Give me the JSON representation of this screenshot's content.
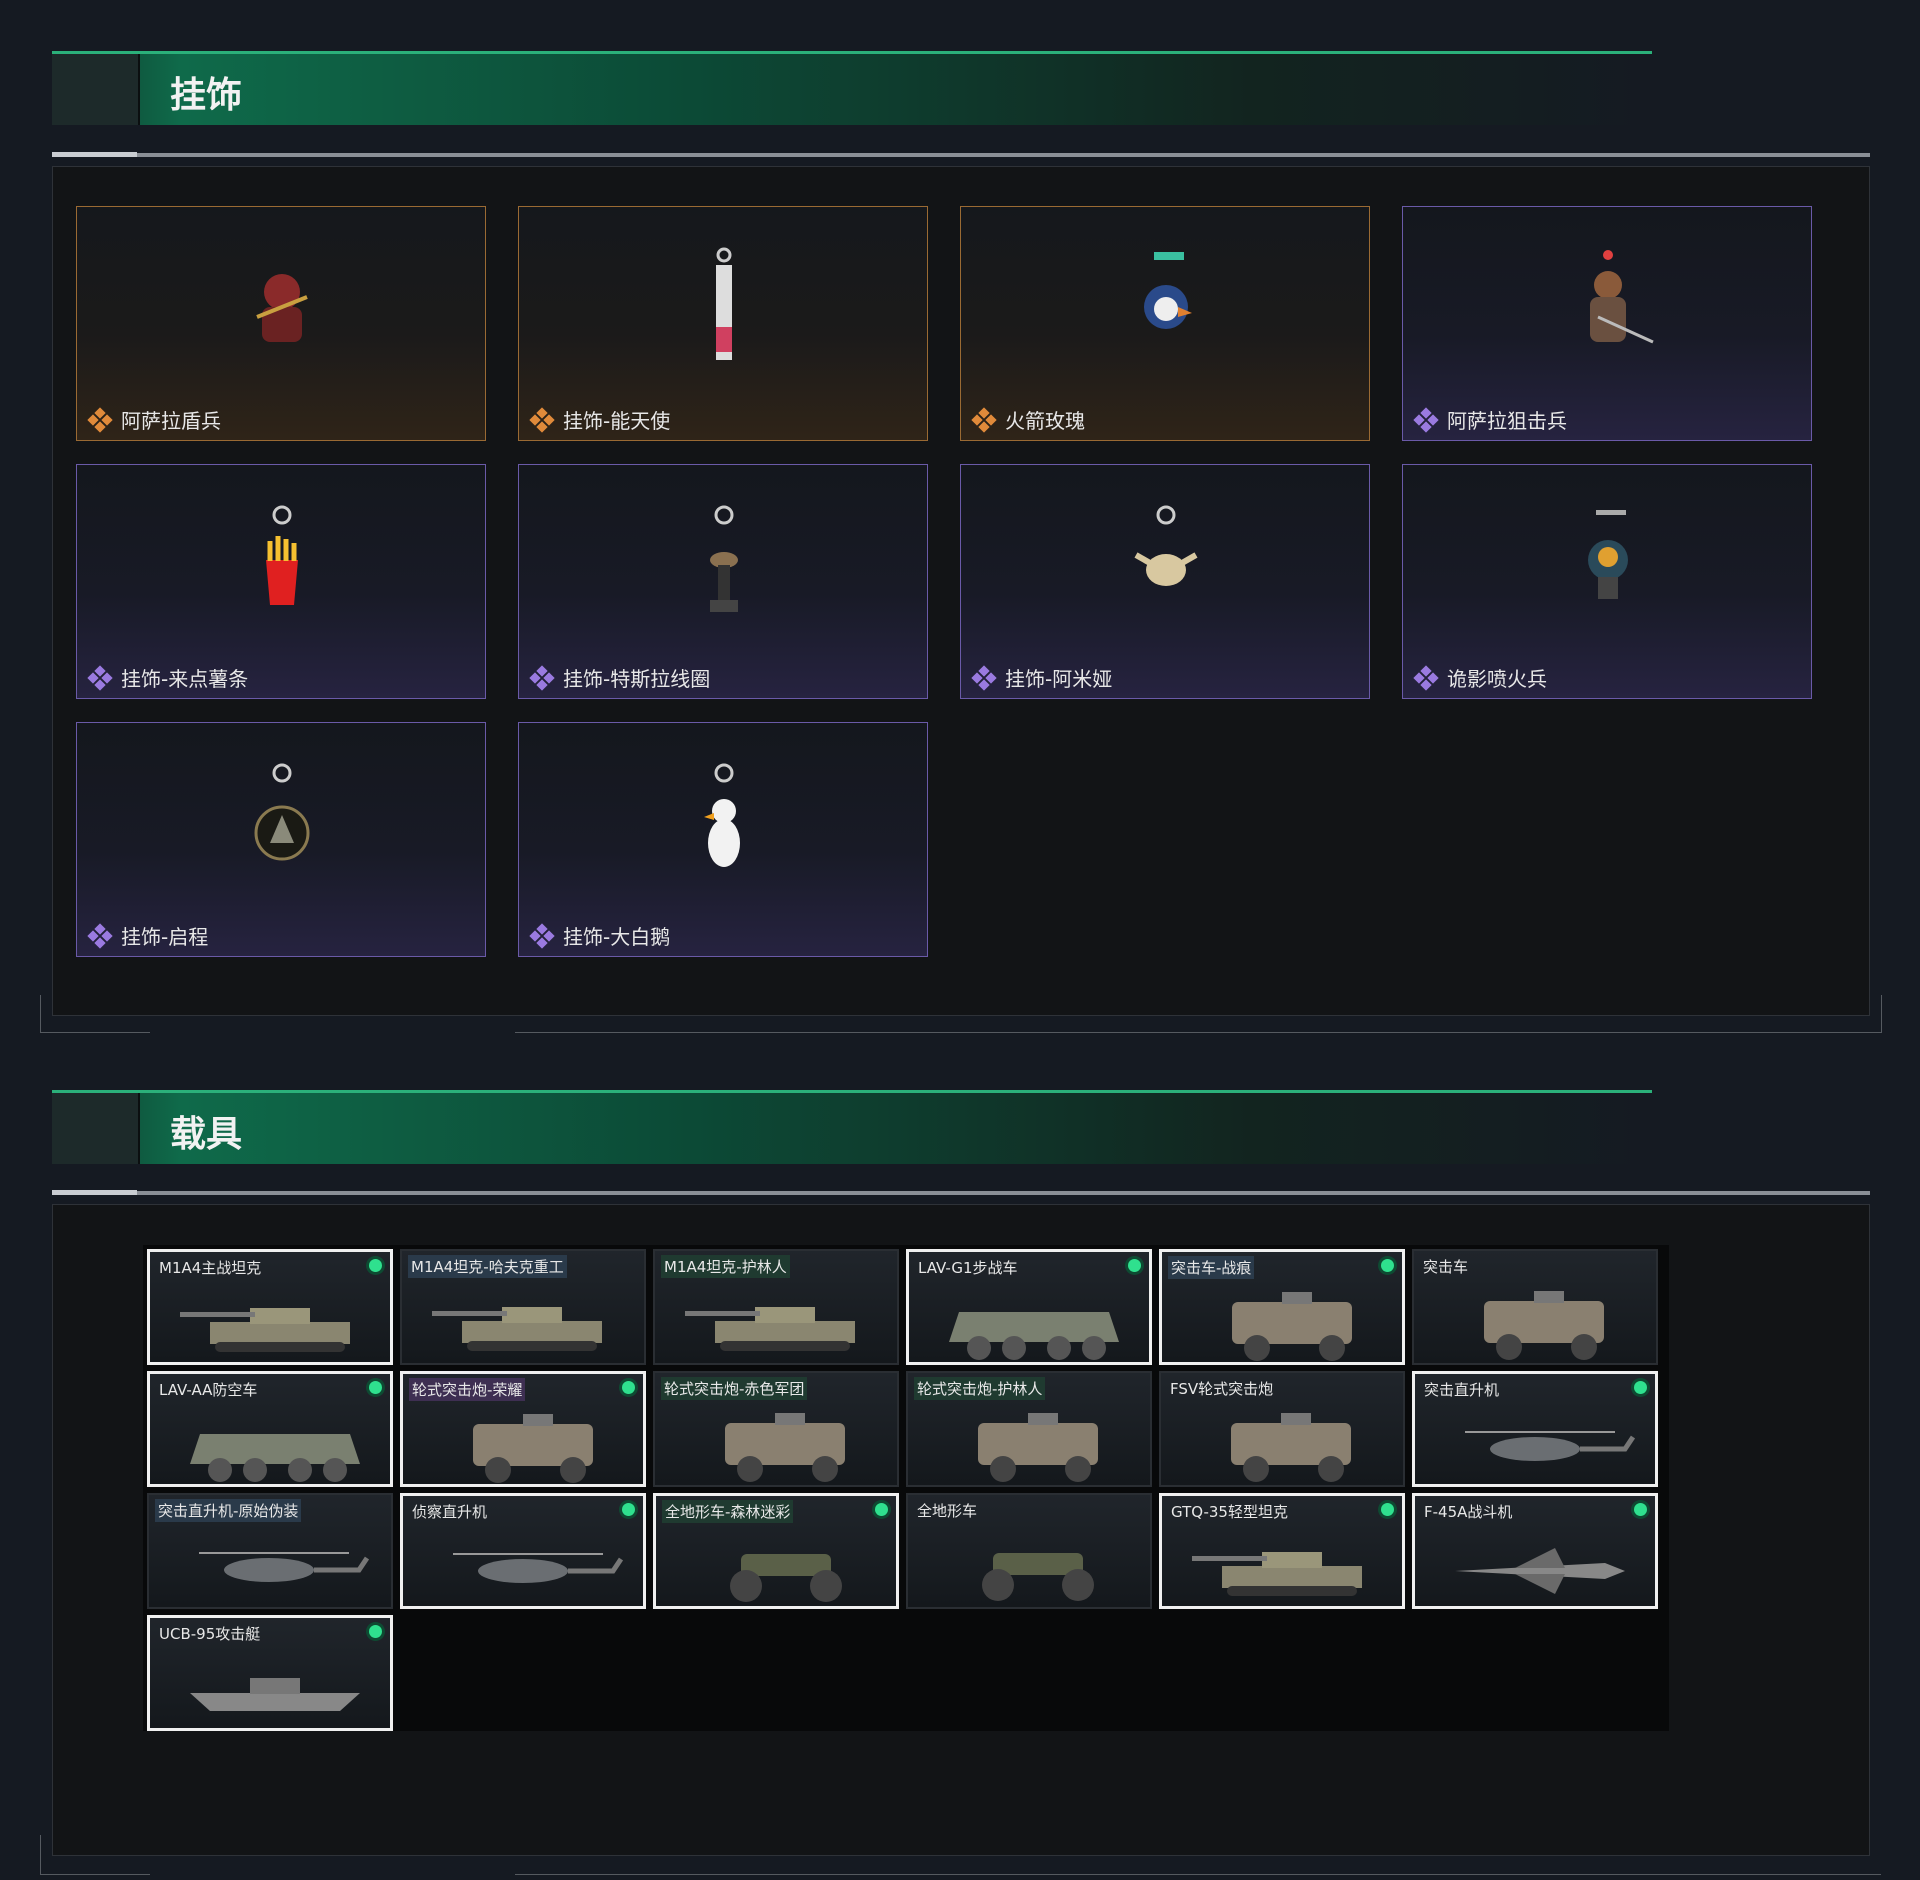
{
  "sections": {
    "charms_title": "挂饰",
    "vehicles_title": "载具"
  },
  "charms": [
    {
      "name": "阿萨拉盾兵",
      "rarity": "gold",
      "icon": "soldier-charm"
    },
    {
      "name": "挂饰-能天使",
      "rarity": "gold",
      "icon": "tag-charm"
    },
    {
      "name": "火箭玫瑰",
      "rarity": "gold",
      "icon": "penguin-charm"
    },
    {
      "name": "阿萨拉狙击兵",
      "rarity": "purple",
      "icon": "sniper-charm"
    },
    {
      "name": "挂饰-来点薯条",
      "rarity": "purple",
      "icon": "fries-charm"
    },
    {
      "name": "挂饰-特斯拉线圈",
      "rarity": "purple",
      "icon": "tesla-coil-charm"
    },
    {
      "name": "挂饰-阿米娅",
      "rarity": "purple",
      "icon": "bunny-charm"
    },
    {
      "name": "诡影喷火兵",
      "rarity": "purple",
      "icon": "flamethrower-charm"
    },
    {
      "name": "挂饰-启程",
      "rarity": "purple",
      "icon": "medal-charm"
    },
    {
      "name": "挂饰-大白鹅",
      "rarity": "purple",
      "icon": "goose-charm"
    }
  ],
  "rarity_colors": {
    "gold": "#e08a3a",
    "purple": "#9a7ae0"
  },
  "vehicles": [
    {
      "name": "M1A4主战坦克",
      "selected": true,
      "owned": true,
      "label_bg": "",
      "type": "tank"
    },
    {
      "name": "M1A4坦克-哈夫克重工",
      "selected": false,
      "owned": false,
      "label_bg": "#2a3a4a",
      "type": "tank"
    },
    {
      "name": "M1A4坦克-护林人",
      "selected": false,
      "owned": false,
      "label_bg": "#1f3a30",
      "type": "tank"
    },
    {
      "name": "LAV-G1步战车",
      "selected": true,
      "owned": true,
      "label_bg": "",
      "type": "apc"
    },
    {
      "name": "突击车-战痕",
      "selected": true,
      "owned": true,
      "label_bg": "#2a3a4a",
      "type": "truck"
    },
    {
      "name": "突击车",
      "selected": false,
      "owned": false,
      "label_bg": "",
      "type": "truck"
    },
    {
      "name": "LAV-AA防空车",
      "selected": true,
      "owned": true,
      "label_bg": "",
      "type": "apc"
    },
    {
      "name": "轮式突击炮-荣耀",
      "selected": true,
      "owned": true,
      "label_bg": "#3e2f52",
      "type": "truck"
    },
    {
      "name": "轮式突击炮-赤色军团",
      "selected": false,
      "owned": false,
      "label_bg": "#1f3a30",
      "type": "truck"
    },
    {
      "name": "轮式突击炮-护林人",
      "selected": false,
      "owned": false,
      "label_bg": "#1f3a30",
      "type": "truck"
    },
    {
      "name": "FSV轮式突击炮",
      "selected": false,
      "owned": false,
      "label_bg": "",
      "type": "truck"
    },
    {
      "name": "突击直升机",
      "selected": true,
      "owned": true,
      "label_bg": "",
      "type": "heli"
    },
    {
      "name": "突击直升机-原始伪装",
      "selected": false,
      "owned": false,
      "label_bg": "#2a3a4a",
      "type": "heli"
    },
    {
      "name": "侦察直升机",
      "selected": true,
      "owned": true,
      "label_bg": "",
      "type": "heli"
    },
    {
      "name": "全地形车-森林迷彩",
      "selected": true,
      "owned": true,
      "label_bg": "#1f3a30",
      "type": "atv"
    },
    {
      "name": "全地形车",
      "selected": false,
      "owned": false,
      "label_bg": "",
      "type": "atv"
    },
    {
      "name": "GTQ-35轻型坦克",
      "selected": true,
      "owned": true,
      "label_bg": "",
      "type": "tank"
    },
    {
      "name": "F-45A战斗机",
      "selected": true,
      "owned": true,
      "label_bg": "",
      "type": "jet"
    },
    {
      "name": "UCB-95攻击艇",
      "selected": true,
      "owned": true,
      "label_bg": "",
      "type": "boat"
    }
  ]
}
